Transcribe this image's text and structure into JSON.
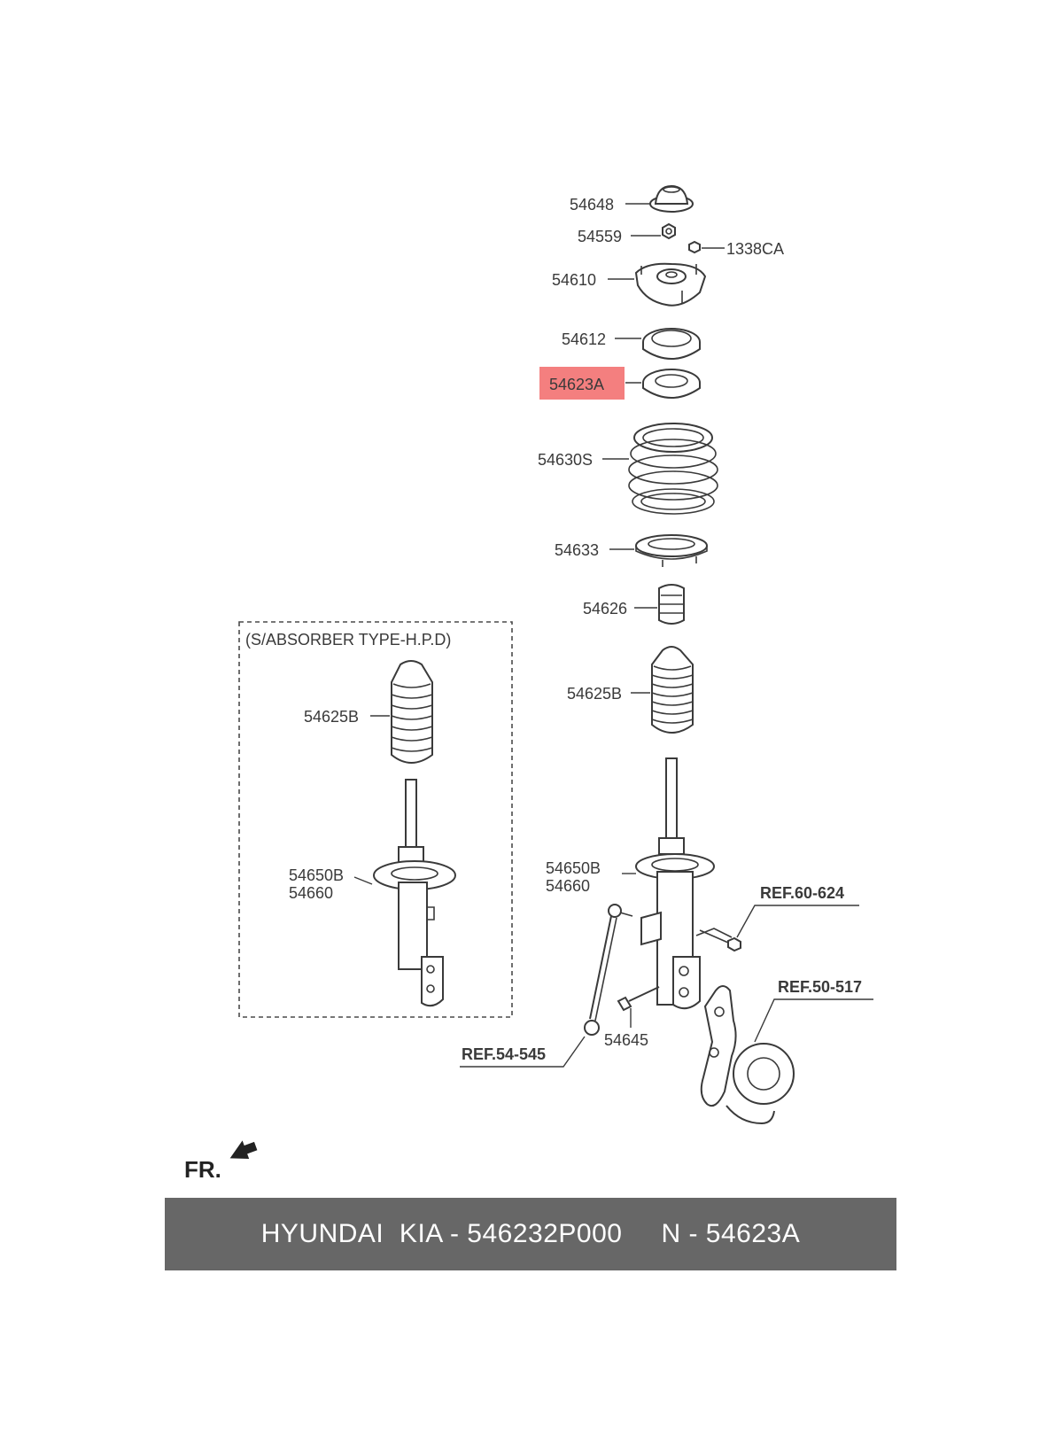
{
  "labels": {
    "p54648": "54648",
    "p54559": "54559",
    "p1338CA": "1338CA",
    "p54610": "54610",
    "p54612": "54612",
    "p54623A": "54623A",
    "p54630S": "54630S",
    "p54633": "54633",
    "p54626": "54626",
    "p54625B_main": "54625B",
    "p54650B_main": "54650B",
    "p54660_main": "54660",
    "p54645": "54645",
    "ref_60_624": "REF.60-624",
    "ref_50_517": "REF.50-517",
    "ref_54_545": "REF.54-545",
    "inset_title": "(S/ABSORBER TYPE-H.P.D)",
    "p54625B_inset": "54625B",
    "p54650B_inset": "54650B",
    "p54660_inset": "54660",
    "fr": "FR."
  },
  "highlight": {
    "part": "54623A",
    "color": "#f47f7f"
  },
  "banner": {
    "brand": "HYUNDAI  KIA - 546232P000",
    "code": "N - 54623A",
    "background": "#676767"
  },
  "icons": {
    "direction": "front-arrow-icon"
  }
}
